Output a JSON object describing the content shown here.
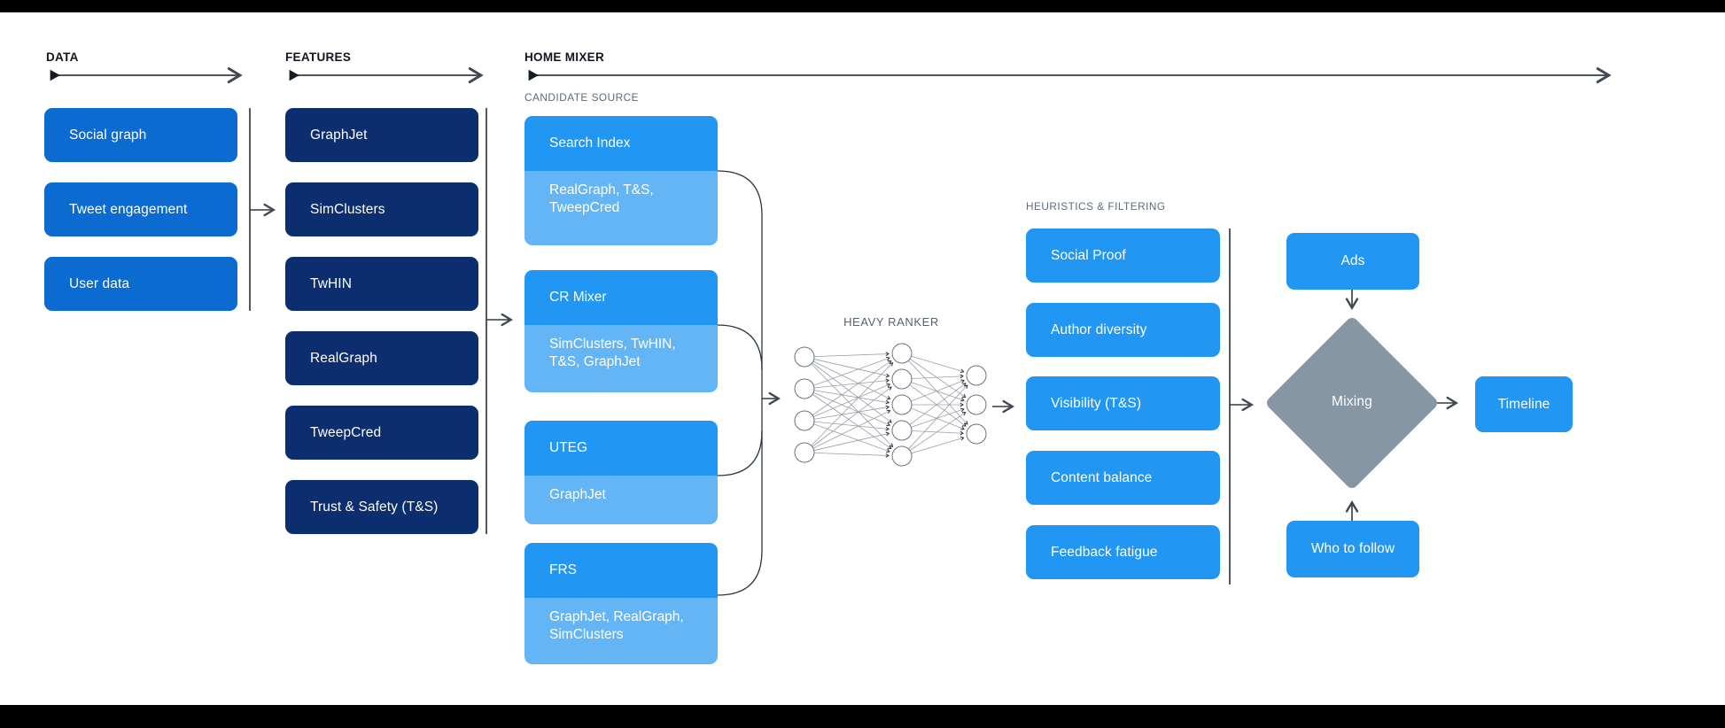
{
  "colors": {
    "data_box": "#0b6bd0",
    "feature_box": "#0d2e6e",
    "candidate_header": "#2196f3",
    "candidate_sub": "#64b5f6",
    "action_box": "#2196f3",
    "mixing_diamond": "#8796a5",
    "top_bottom_bars": "#000000"
  },
  "sections": {
    "data": {
      "label": "DATA",
      "items": [
        "Social graph",
        "Tweet engagement",
        "User data"
      ]
    },
    "features": {
      "label": "FEATURES",
      "items": [
        "GraphJet",
        "SimClusters",
        "TwHIN",
        "RealGraph",
        "TweepCred",
        "Trust & Safety (T&S)"
      ]
    },
    "home_mixer": {
      "label": "HOME MIXER"
    },
    "candidate_source": {
      "label": "CANDIDATE SOURCE",
      "items": [
        {
          "title": "Search Index",
          "sources": "RealGraph, T&S, TweepCred"
        },
        {
          "title": "CR Mixer",
          "sources": "SimClusters, TwHIN, T&S, GraphJet"
        },
        {
          "title": "UTEG",
          "sources": "GraphJet"
        },
        {
          "title": "FRS",
          "sources": "GraphJet, RealGraph, SimClusters"
        }
      ]
    },
    "heavy_ranker": {
      "label": "HEAVY RANKER",
      "network": {
        "layers": [
          4,
          5,
          3
        ]
      }
    },
    "heuristics": {
      "label": "HEURISTICS & FILTERING",
      "items": [
        "Social Proof",
        "Author diversity",
        "Visibility (T&S)",
        "Content balance",
        "Feedback fatigue"
      ]
    },
    "mixing": {
      "ads": "Ads",
      "diamond": "Mixing",
      "who_to_follow": "Who to follow",
      "timeline": "Timeline"
    }
  }
}
